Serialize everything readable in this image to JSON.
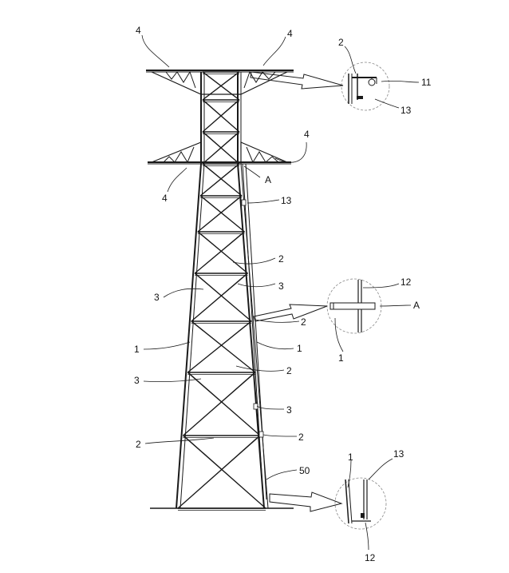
{
  "figure": {
    "labels": {
      "l4a": "4",
      "l4b": "4",
      "l4c": "4",
      "l4d": "4",
      "l2top": "2",
      "l11": "11",
      "l13top": "13",
      "lA": "A",
      "l13mid": "13",
      "l2a": "2",
      "l3a": "3",
      "l3b": "3",
      "l12mid": "12",
      "lAmid": "A",
      "l2b": "2",
      "l1mid": "1",
      "l1a": "1",
      "l1b": "1",
      "l2c": "2",
      "l3c": "3",
      "l3d": "3",
      "l2d": "2",
      "l2e": "2",
      "l50": "50",
      "l1bot": "1",
      "l13bot": "13",
      "l12bot": "12"
    }
  }
}
